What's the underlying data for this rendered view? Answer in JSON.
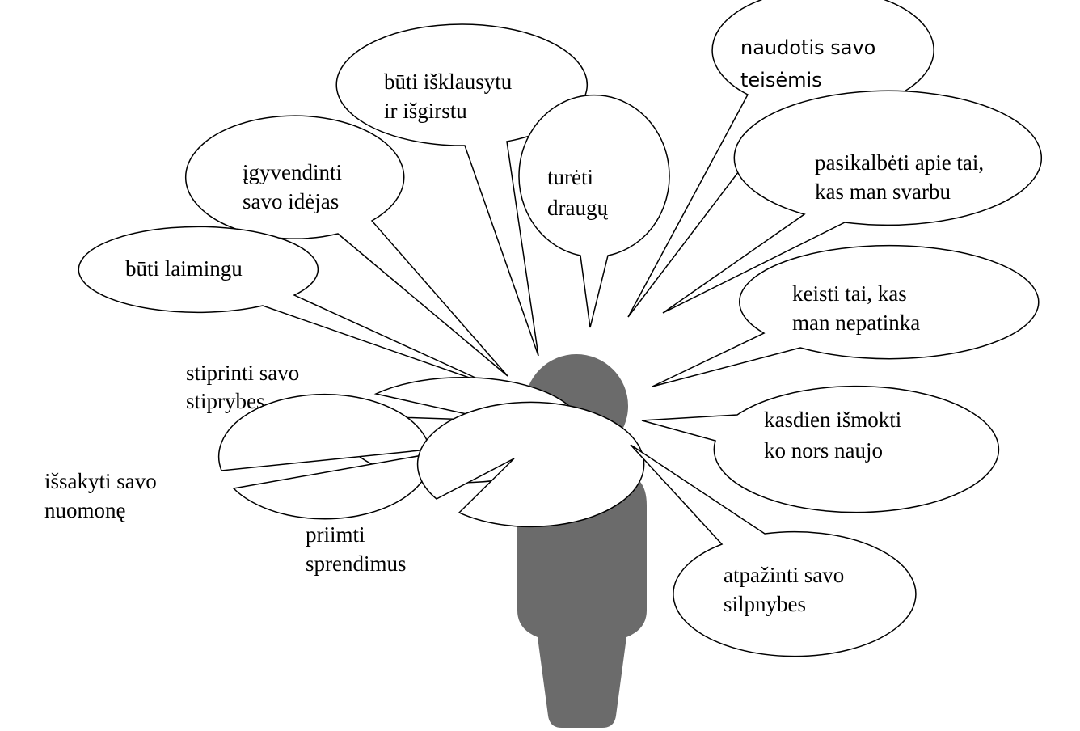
{
  "diagram": {
    "person_color": "#6b6b6b",
    "bubbles": [
      {
        "id": "naudotis-teisemis",
        "lines": [
          "naudotis savo",
          "teisėmis"
        ]
      },
      {
        "id": "buti-isklausytu",
        "lines": [
          "būti išklausytu",
          "ir išgirstu"
        ]
      },
      {
        "id": "igyvendinti-idejas",
        "lines": [
          "įgyvendinti",
          "savo idėjas"
        ]
      },
      {
        "id": "tureti-draugu",
        "lines": [
          "turėti",
          "draugų"
        ]
      },
      {
        "id": "pasikalbeti",
        "lines": [
          "pasikalbėti apie tai,",
          "kas man svarbu"
        ]
      },
      {
        "id": "buti-laimingu",
        "lines": [
          "būti laimingu"
        ]
      },
      {
        "id": "keisti",
        "lines": [
          "keisti tai, kas",
          "man nepatinka"
        ]
      },
      {
        "id": "stiprinti",
        "lines": [
          "stiprinti savo",
          "stiprybes"
        ]
      },
      {
        "id": "kasdien",
        "lines": [
          "kasdien išmokti",
          "ko nors naujo"
        ]
      },
      {
        "id": "issakyti",
        "lines": [
          "išsakyti savo",
          "nuomonę"
        ]
      },
      {
        "id": "priimti",
        "lines": [
          "priimti",
          "sprendimus"
        ]
      },
      {
        "id": "atpazinti",
        "lines": [
          "atpažinti savo",
          "silpnybes"
        ]
      }
    ]
  }
}
